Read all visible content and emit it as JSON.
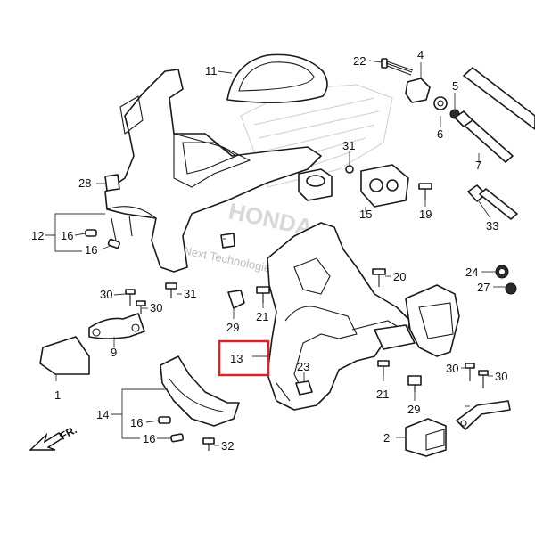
{
  "diagram": {
    "callouts": [
      "1",
      "2",
      "4",
      "5",
      "6",
      "7",
      "9",
      "11",
      "12",
      "13",
      "14",
      "15",
      "16",
      "16",
      "16",
      "16",
      "19",
      "20",
      "21",
      "21",
      "22",
      "23",
      "24",
      "27",
      "28",
      "29",
      "29",
      "30",
      "30",
      "30",
      "30",
      "31",
      "31",
      "32",
      "33"
    ],
    "highlight": {
      "label": "13",
      "color": "#d9252a"
    },
    "direction": "FR.",
    "watermark": [
      "HONDA",
      "Next Technologies"
    ]
  }
}
